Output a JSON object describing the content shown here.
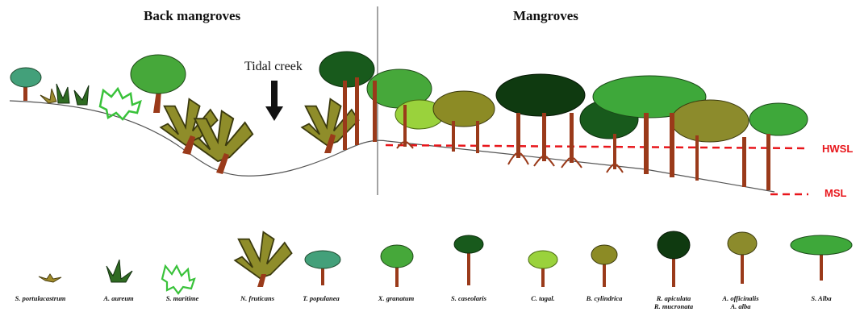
{
  "titles": {
    "back_mangroves": "Back mangroves",
    "mangroves": "Mangroves"
  },
  "tidal_creek_label": "Tidal creek",
  "water_levels": [
    {
      "label": "HWSL",
      "color": "#e8161b"
    },
    {
      "label": "MSL",
      "color": "#e8161b"
    }
  ],
  "legend": [
    {
      "species": "S. portulacastrum",
      "color": "#a08b2a"
    },
    {
      "species": "A. aureum",
      "color": "#2f6b22"
    },
    {
      "species": "S. maritime",
      "color": "#39c23a"
    },
    {
      "species": "N. fruticans",
      "color": "#8f8d2a"
    },
    {
      "species": "T. populanea",
      "color": "#43a07a"
    },
    {
      "species": "X. granatum",
      "color": "#46a83a"
    },
    {
      "species": "S. caseolaris",
      "color": "#185a1c"
    },
    {
      "species": "C. tagal.",
      "color": "#9ad23c"
    },
    {
      "species": "B. cylindrica",
      "color": "#8c8b25"
    },
    {
      "species": "R. apiculata",
      "species_2": "R. mucronata",
      "color": "#0f3a10"
    },
    {
      "species": "A. officinalis",
      "species_2": "A. alba",
      "color": "#8c8b2c"
    },
    {
      "species": "S. Alba",
      "color": "#3ea83a"
    }
  ],
  "colors": {
    "trunk": "#9a3a1a",
    "ground": "#555555",
    "divider": "#666666",
    "level_lines": "#e8161b"
  }
}
